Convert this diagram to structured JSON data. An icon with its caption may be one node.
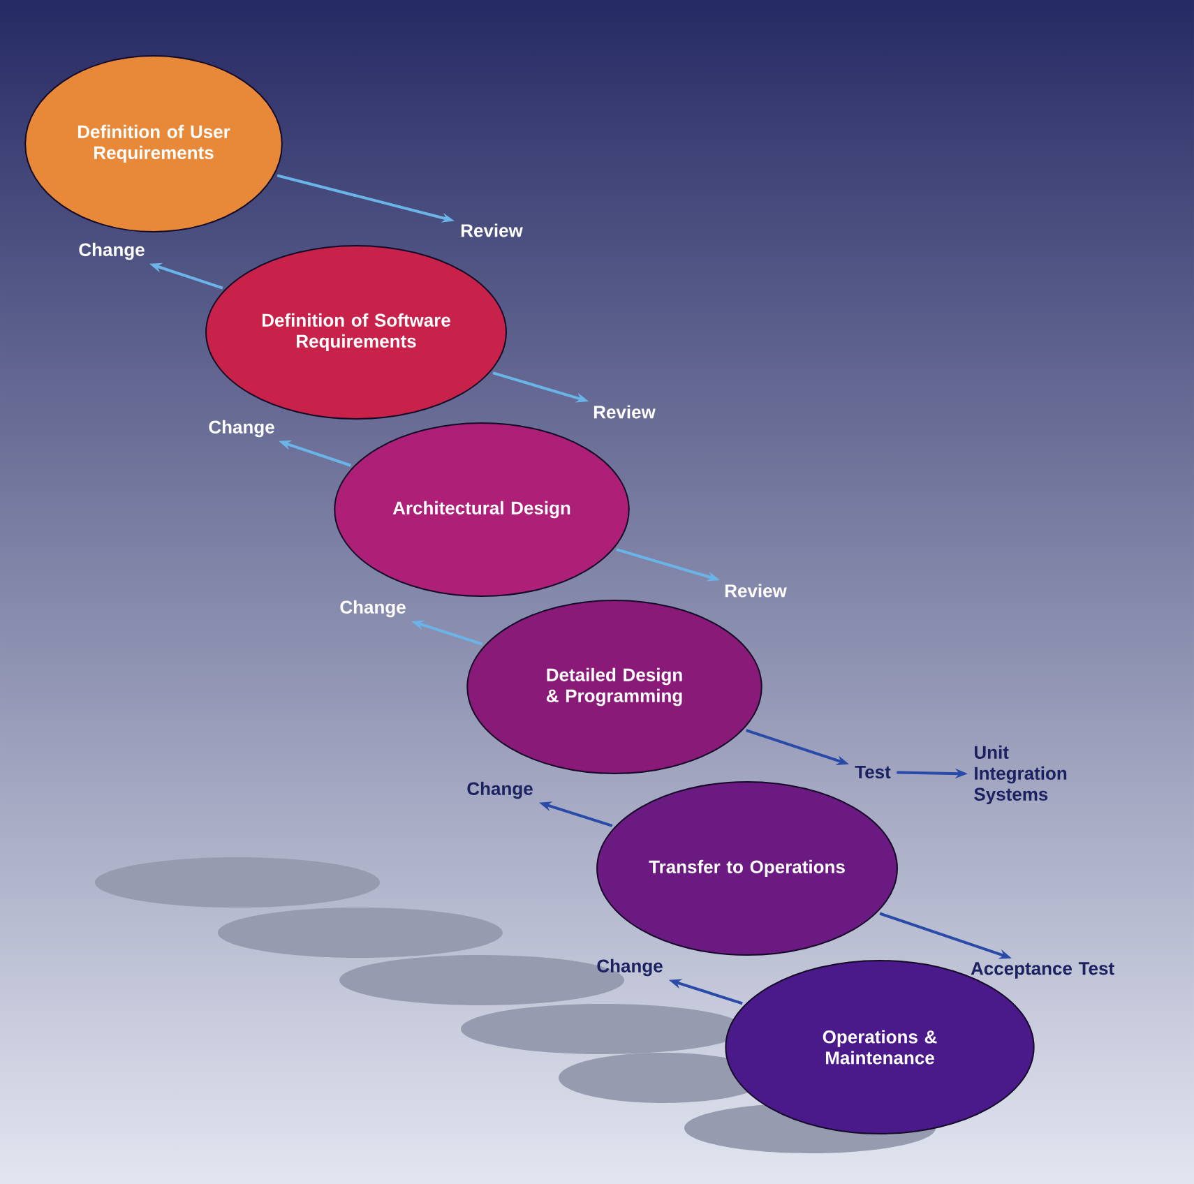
{
  "diagram": {
    "nodes": [
      {
        "text": [
          "Definition of User Requirements"
        ]
      },
      {
        "text": [
          "Definition of Software Requirements"
        ]
      },
      {
        "text": [
          "Architectural Design"
        ]
      },
      {
        "text": [
          "Detailed Design & Programming"
        ]
      },
      {
        "text": [
          "Transfer to Operations"
        ]
      },
      {
        "text": [
          "Operations & Maintenance"
        ]
      },
      {
        "text": [
          "Review"
        ]
      },
      {
        "text": [
          "Review"
        ]
      },
      {
        "text": [
          "Review"
        ]
      },
      {
        "text": [
          "Test"
        ]
      },
      {
        "text": [
          "Unit Integration Systems"
        ]
      },
      {
        "text": [
          "Acceptance Test"
        ]
      },
      {
        "text": [
          "Change"
        ]
      },
      {
        "text": [
          "Change"
        ]
      },
      {
        "text": [
          "Change"
        ]
      },
      {
        "text": [
          "Change"
        ]
      },
      {
        "text": [
          "Change"
        ]
      }
    ],
    "edges": [
      {
        "from": 0,
        "to": 6,
        "arrow": "to"
      },
      {
        "from": 1,
        "to": 7,
        "arrow": "to"
      },
      {
        "from": 2,
        "to": 8,
        "arrow": "to"
      },
      {
        "from": 3,
        "to": 9,
        "arrow": "to",
        "color": "#2a4aa8"
      },
      {
        "from": 9,
        "to": 10,
        "arrow": "to",
        "color": "#2a4aa8"
      },
      {
        "from": 4,
        "to": 11,
        "arrow": "to",
        "color": "#2a4aa8"
      },
      {
        "from": 1,
        "to": 12,
        "arrow": "to"
      },
      {
        "from": 2,
        "to": 13,
        "arrow": "to"
      },
      {
        "from": 3,
        "to": 14,
        "arrow": "to"
      },
      {
        "from": 4,
        "to": 15,
        "arrow": "to",
        "color": "#2a4aa8"
      },
      {
        "from": 5,
        "to": 16,
        "arrow": "to",
        "color": "#2a4aa8"
      }
    ]
  }
}
